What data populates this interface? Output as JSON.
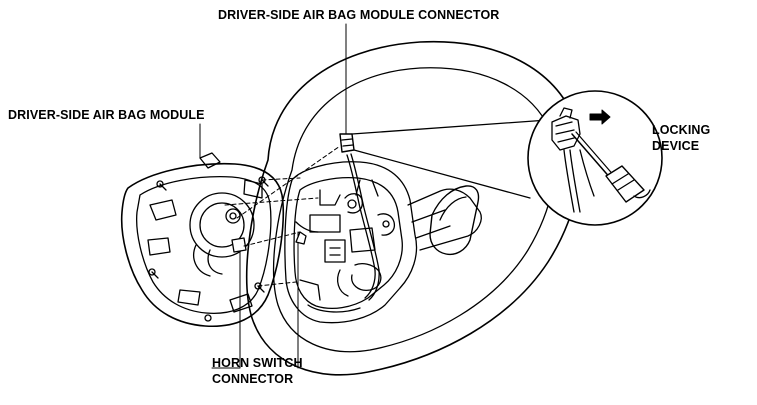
{
  "labels": {
    "airbag_connector": "DRIVER-SIDE AIR BAG MODULE CONNECTOR",
    "airbag_module": "DRIVER-SIDE AIR BAG MODULE",
    "locking_line1": "LOCKING",
    "locking_line2": "DEVICE",
    "horn_line1": "HORN SWITCH",
    "horn_line2": "CONNECTOR"
  },
  "colors": {
    "ink": "#000000",
    "paper": "#ffffff"
  }
}
